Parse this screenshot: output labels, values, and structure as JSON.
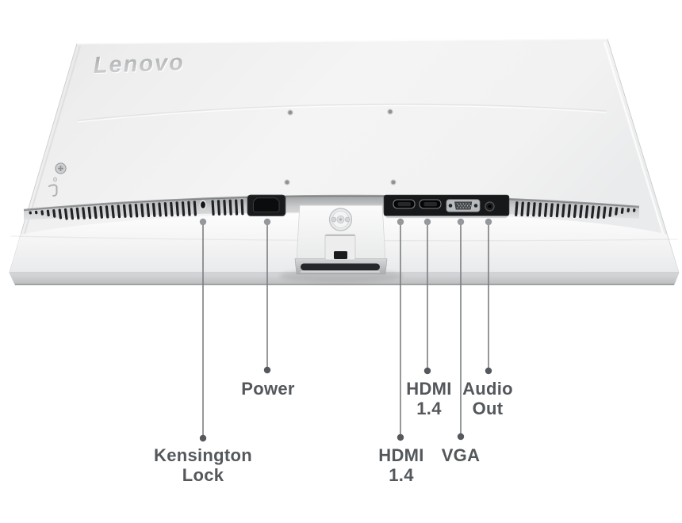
{
  "logo": {
    "text": "Lenovo"
  },
  "colors": {
    "background": "#ffffff",
    "monitor_body": "#f1f2f2",
    "monitor_bottom_edge": "#c3c5c7",
    "vent_slot": "#202225",
    "port_panel": "#17181a",
    "power_panel": "#1a1b1d",
    "vga_plate": "#b9bcbf",
    "label_text": "#54575b",
    "callout_line": "#7b7e81",
    "callout_dot_top": "#96999c",
    "callout_dot_bottom": "#55585c",
    "logo_metal": "#b0b2b5"
  },
  "callouts": {
    "kensington": {
      "label": "Kensington Lock",
      "line1": "Kensington",
      "line2": "Lock"
    },
    "power": {
      "label": "Power",
      "line1": "Power"
    },
    "hdmi_left": {
      "label": "HDMI 1.4",
      "line1": "HDMI",
      "line2": "1.4"
    },
    "hdmi_right": {
      "label": "HDMI 1.4",
      "line1": "HDMI",
      "line2": "1.4"
    },
    "vga": {
      "label": "VGA",
      "line1": "VGA"
    },
    "audio": {
      "label": "Audio Out",
      "line1": "Audio",
      "line2": "Out"
    }
  }
}
